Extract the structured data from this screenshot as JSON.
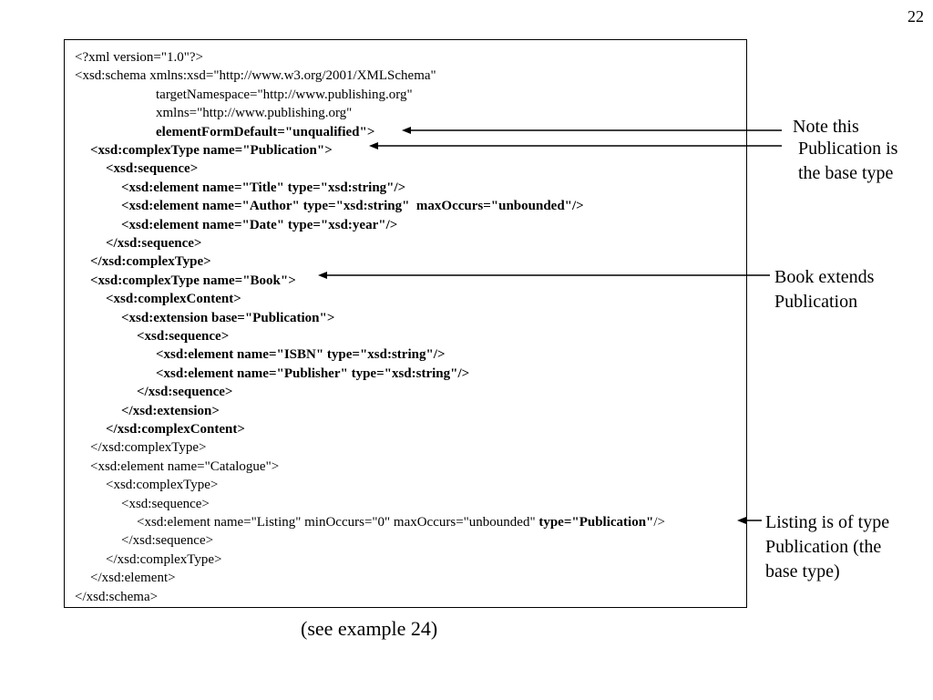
{
  "slide": {
    "number": "22",
    "caption": "(see example 24)"
  },
  "code_lines": [
    {
      "indent": 0,
      "segments": [
        {
          "text": "<?xml version=\"1.0\"?>",
          "bold": false
        }
      ]
    },
    {
      "indent": 0,
      "segments": [
        {
          "text": "<xsd:schema xmlns:xsd=\"http://www.w3.org/2001/XMLSchema\"",
          "bold": false
        }
      ]
    },
    {
      "indent": 5,
      "segments": [
        {
          "text": "targetNamespace=\"http://www.publishing.org\"",
          "bold": false
        }
      ]
    },
    {
      "indent": 5,
      "segments": [
        {
          "text": "xmlns=\"http://www.publishing.org\"",
          "bold": false
        }
      ]
    },
    {
      "indent": 5,
      "segments": [
        {
          "text": "elementFormDefault=\"unqualified\">",
          "bold": true
        }
      ]
    },
    {
      "indent": 1,
      "segments": [
        {
          "text": "<xsd:complexType name=\"Publication\">",
          "bold": true
        }
      ]
    },
    {
      "indent": 2,
      "segments": [
        {
          "text": "<xsd:sequence>",
          "bold": true
        }
      ]
    },
    {
      "indent": 3,
      "segments": [
        {
          "text": "<xsd:element name=\"Title\" type=\"xsd:string\"/>",
          "bold": true
        }
      ]
    },
    {
      "indent": 3,
      "segments": [
        {
          "text": "<xsd:element name=\"Author\" type=\"xsd:string\"  maxOccurs=\"unbounded\"/>",
          "bold": true
        }
      ]
    },
    {
      "indent": 3,
      "segments": [
        {
          "text": "<xsd:element name=\"Date\" type=\"xsd:year\"/>",
          "bold": true
        }
      ]
    },
    {
      "indent": 2,
      "segments": [
        {
          "text": "</xsd:sequence>",
          "bold": true
        }
      ]
    },
    {
      "indent": 1,
      "segments": [
        {
          "text": "</xsd:complexType>",
          "bold": true
        }
      ]
    },
    {
      "indent": 1,
      "segments": [
        {
          "text": "<xsd:complexType name=\"Book\">",
          "bold": true
        }
      ]
    },
    {
      "indent": 2,
      "segments": [
        {
          "text": "<xsd:complexContent>",
          "bold": true
        }
      ]
    },
    {
      "indent": 3,
      "segments": [
        {
          "text": "<xsd:extension base=\"Publication\">",
          "bold": true
        }
      ]
    },
    {
      "indent": 4,
      "segments": [
        {
          "text": "<xsd:sequence>",
          "bold": true
        }
      ]
    },
    {
      "indent": 5,
      "segments": [
        {
          "text": "<xsd:element name=\"ISBN\" type=\"xsd:string\"/>",
          "bold": true
        }
      ]
    },
    {
      "indent": 5,
      "segments": [
        {
          "text": "<xsd:element name=\"Publisher\" type=\"xsd:string\"/>",
          "bold": true
        }
      ]
    },
    {
      "indent": 4,
      "segments": [
        {
          "text": "</xsd:sequence>",
          "bold": true
        }
      ]
    },
    {
      "indent": 3,
      "segments": [
        {
          "text": "</xsd:extension>",
          "bold": true
        }
      ]
    },
    {
      "indent": 2,
      "segments": [
        {
          "text": "</xsd:complexContent>",
          "bold": true
        }
      ]
    },
    {
      "indent": 1,
      "segments": [
        {
          "text": "</xsd:complexType>",
          "bold": false
        }
      ]
    },
    {
      "indent": 1,
      "segments": [
        {
          "text": "<xsd:element name=\"Catalogue\">",
          "bold": false
        }
      ]
    },
    {
      "indent": 2,
      "segments": [
        {
          "text": "<xsd:complexType>",
          "bold": false
        }
      ]
    },
    {
      "indent": 3,
      "segments": [
        {
          "text": "<xsd:sequence>",
          "bold": false
        }
      ]
    },
    {
      "indent": 4,
      "segments": [
        {
          "text": "<xsd:element name=\"Listing\" minOccurs=\"0\" maxOccurs=\"unbounded\" ",
          "bold": false
        },
        {
          "text": "type=\"Publication\"",
          "bold": true
        },
        {
          "text": "/>",
          "bold": false
        }
      ]
    },
    {
      "indent": 3,
      "segments": [
        {
          "text": "</xsd:sequence>",
          "bold": false
        }
      ]
    },
    {
      "indent": 2,
      "segments": [
        {
          "text": "</xsd:complexType>",
          "bold": false
        }
      ]
    },
    {
      "indent": 1,
      "segments": [
        {
          "text": "</xsd:element>",
          "bold": false
        }
      ]
    },
    {
      "indent": 0,
      "segments": [
        {
          "text": "</xsd:schema>",
          "bold": false
        }
      ]
    }
  ],
  "notes": {
    "note_this": "Note this",
    "publication_base": [
      "Publication is",
      "the base type"
    ],
    "book_extends": [
      "Book extends",
      "Publication"
    ],
    "listing_type": [
      "Listing is of type",
      "Publication (the",
      "base type)"
    ]
  }
}
